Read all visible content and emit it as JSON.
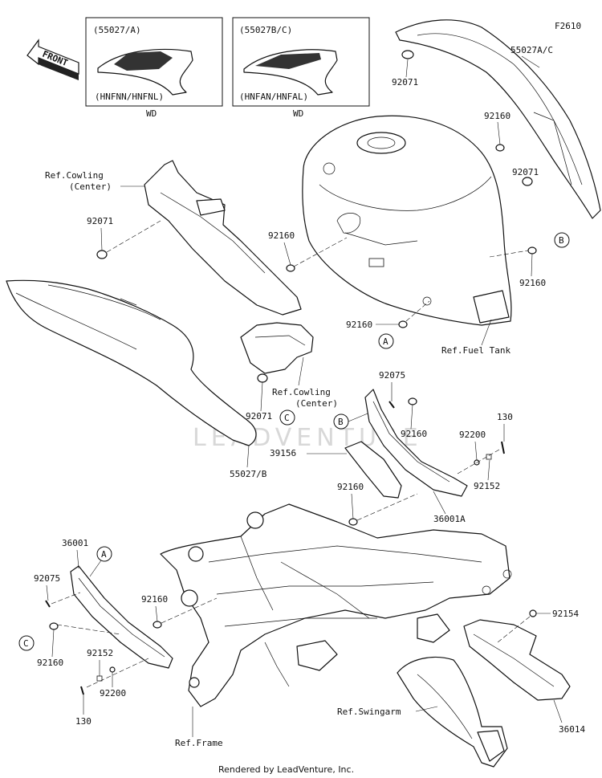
{
  "figure_id": "F2610",
  "front_label": "FRONT",
  "inset_left": {
    "part": "(55027/A)",
    "codes": "(HNFNN/HNFNL)",
    "note": "WD"
  },
  "inset_right": {
    "part": "(55027B/C)",
    "codes": "(HNFAN/HNFAL)",
    "note": "WD"
  },
  "labels": {
    "p55027ac": "55027A/C",
    "p92071_top": "92071",
    "p92160_tankr": "92160",
    "p92071_tankr": "92071",
    "ref_cowling_top": "Ref.Cowling",
    "ref_cowling_top2": "(Center)",
    "p92071_left": "92071",
    "p92160_tankl": "92160",
    "p92160_b": "92160",
    "p92160_a": "92160",
    "ref_fuel_tank": "Ref.Fuel Tank",
    "ref_cowling_mid": "Ref.Cowling",
    "ref_cowling_mid2": "(Center)",
    "p92071_mid": "92071",
    "p55027b": "55027/B",
    "p92075_r": "92075",
    "p92160_r1": "92160",
    "p130_r": "130",
    "p92200_r": "92200",
    "p92152_r": "92152",
    "p39156": "39156",
    "p92160_r2": "92160",
    "p36001a": "36001A",
    "p36001": "36001",
    "p92075_l": "92075",
    "p92160_frame": "92160",
    "p92160_l": "92160",
    "p92152_l": "92152",
    "p92200_l": "92200",
    "p130_l": "130",
    "ref_frame": "Ref.Frame",
    "p92154": "92154",
    "ref_swingarm": "Ref.Swingarm",
    "p36014": "36014"
  },
  "callouts": {
    "a": "A",
    "b": "B",
    "c": "C"
  },
  "watermark": "LEADVENTURE",
  "footer": "Rendered by LeadVenture, Inc."
}
